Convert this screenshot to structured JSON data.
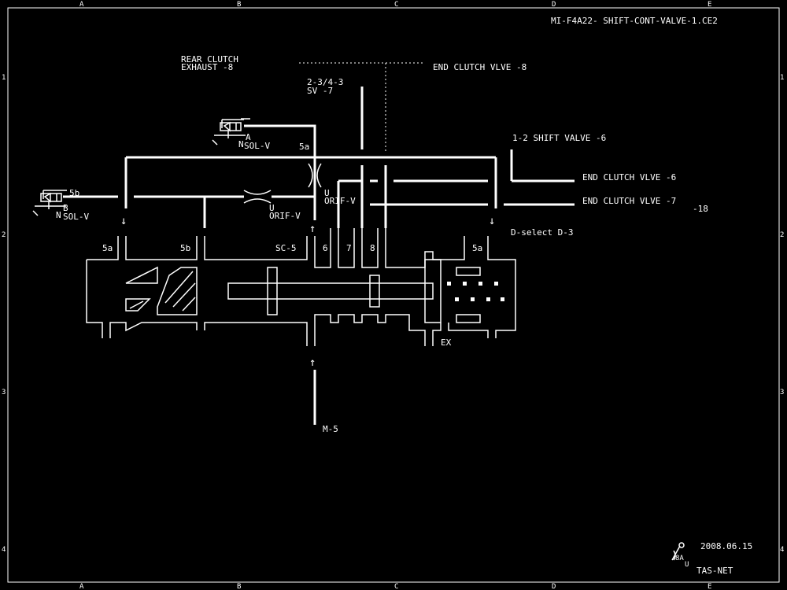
{
  "title_block": {
    "drawing_id": "MI-F4A22- SHIFT-CONT-VALVE-1.CE2",
    "date": "2008.06.15",
    "company": "TAS-NET",
    "logo_text": "Ó8A"
  },
  "grid": {
    "columns": [
      "A",
      "B",
      "C",
      "D",
      "E"
    ],
    "rows": [
      "1",
      "2",
      "3",
      "4"
    ]
  },
  "labels": {
    "rear_clutch": "REAR  CLUTCH",
    "rear_clutch_exhaust": "EXHAUST   -8",
    "end_clutch_top": "END  CLUTCH  VLVE -8",
    "sv_23": "2-3/4-3",
    "sv_23_num": "SV -7",
    "shift_valve_12": "1-2 SHIFT  VALVE  -6",
    "end_clutch_6": "END  CLUTCH  VLVE -6",
    "end_clutch_7": "END  CLUTCH  VLVE -7",
    "end_clutch_7b": "-18",
    "d_select": "D-select  D-3",
    "sol_a_letter": "A",
    "sol_a_n": "N",
    "sol_a": "SOL-V",
    "sol_b_letter": "B",
    "sol_b_n": "N",
    "sol_b": "SOL-V",
    "port_5a_top": "5a",
    "port_5b_left": "5b",
    "orif_left_u": "U",
    "orif_left": "ORIF-V",
    "orif_right_u": "U",
    "orif_right": "ORIF-V",
    "port_5a_l": "5a",
    "port_5b": "5b",
    "port_sc5": "SC-5",
    "port_6": "6",
    "port_7": "7",
    "port_8": "8",
    "port_5a_r": "5a",
    "exhaust": "EX",
    "m5": "M-5"
  }
}
